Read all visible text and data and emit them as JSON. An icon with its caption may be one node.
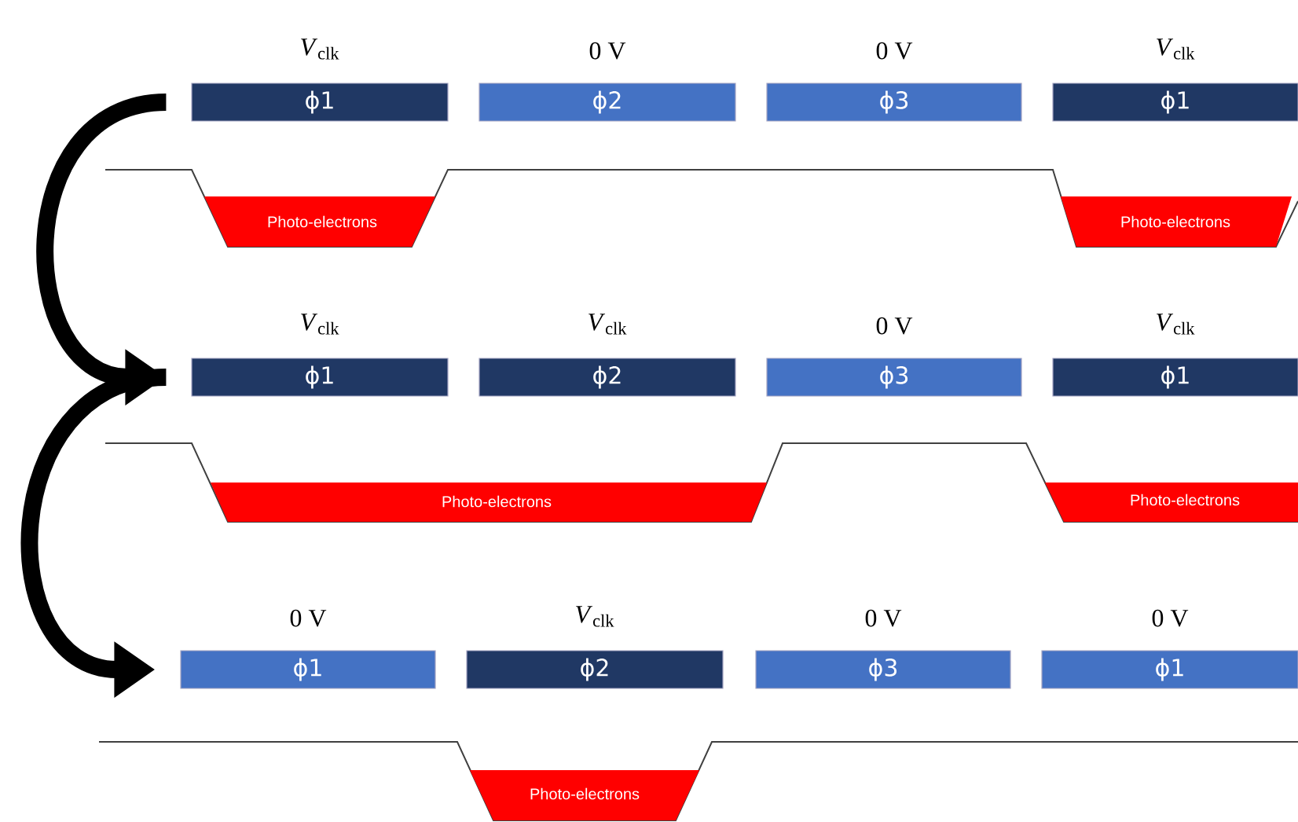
{
  "diagram": {
    "nodes": [
      {
        "text": [
          "ϕ1"
        ],
        "beside": [
          "*V*$_{clk}$"
        ]
      },
      {
        "text": [
          "ϕ2"
        ],
        "beside": [
          "0 V"
        ]
      },
      {
        "text": [
          "ϕ3"
        ],
        "beside": [
          "0 V"
        ]
      },
      {
        "text": [
          "ϕ1"
        ],
        "beside": [
          "*V*$_{clk}$"
        ]
      },
      {
        "text": [
          "Photo-electrons"
        ]
      },
      {
        "text": [
          "Photo-electrons"
        ]
      },
      {
        "text": [
          "ϕ1"
        ],
        "beside": [
          "*V*$_{clk}$"
        ]
      },
      {
        "text": [
          "ϕ2"
        ],
        "beside": [
          "*V*$_{clk}$"
        ]
      },
      {
        "text": [
          "ϕ3"
        ],
        "beside": [
          "0 V"
        ]
      },
      {
        "text": [
          "ϕ1"
        ],
        "beside": [
          "*V*$_{clk}$"
        ]
      },
      {
        "text": [
          "Photo-electrons"
        ]
      },
      {
        "text": [
          "Photo-electrons"
        ]
      },
      {
        "text": [
          "ϕ1"
        ],
        "beside": [
          "0 V"
        ]
      },
      {
        "text": [
          "ϕ2"
        ],
        "beside": [
          "*V*$_{clk}$"
        ]
      },
      {
        "text": [
          "ϕ3"
        ],
        "beside": [
          "0 V"
        ]
      },
      {
        "text": [
          "ϕ1"
        ],
        "beside": [
          "0 V"
        ]
      },
      {
        "text": [
          "Photo-electrons"
        ]
      }
    ],
    "edges": [
      {
        "from": 0,
        "to": 6,
        "arrow": "to"
      },
      {
        "from": 6,
        "to": 12,
        "arrow": "to"
      }
    ]
  }
}
